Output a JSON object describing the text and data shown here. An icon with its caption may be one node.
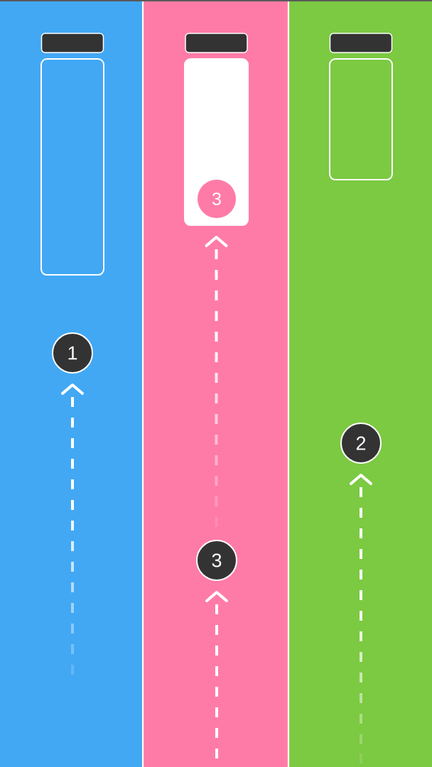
{
  "diagram": {
    "nodes": [
      {
        "text": [],
        "shape": "box"
      },
      {
        "text": [],
        "shape": "box"
      },
      {
        "text": [
          "3"
        ],
        "in": 1
      },
      {
        "text": [],
        "shape": "box"
      },
      {
        "text": [
          "1"
        ]
      },
      {
        "text": [
          "2"
        ]
      },
      {
        "text": [
          "3"
        ]
      }
    ],
    "edges": [
      {
        "from": null,
        "to": 1,
        "arrow": "to",
        "style": "dashed"
      },
      {
        "from": null,
        "to": 4,
        "arrow": "to",
        "style": "dashed"
      },
      {
        "from": null,
        "to": 5,
        "arrow": "to",
        "style": "dashed"
      },
      {
        "from": null,
        "to": 6,
        "arrow": "to",
        "style": "dashed"
      }
    ]
  }
}
